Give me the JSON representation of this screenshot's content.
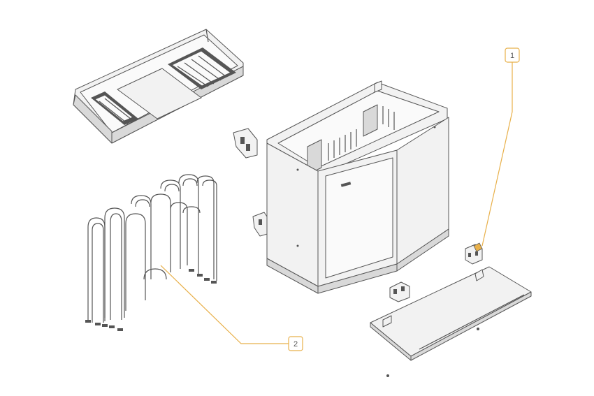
{
  "diagram": {
    "callouts": [
      {
        "label": "1",
        "part": "thermostat-switch"
      },
      {
        "label": "2",
        "part": "heating-elements"
      }
    ],
    "colors": {
      "callout": "#e8b04a",
      "line_art": "#555555",
      "fill": "#f2f2f2",
      "background": "#ffffff"
    }
  }
}
